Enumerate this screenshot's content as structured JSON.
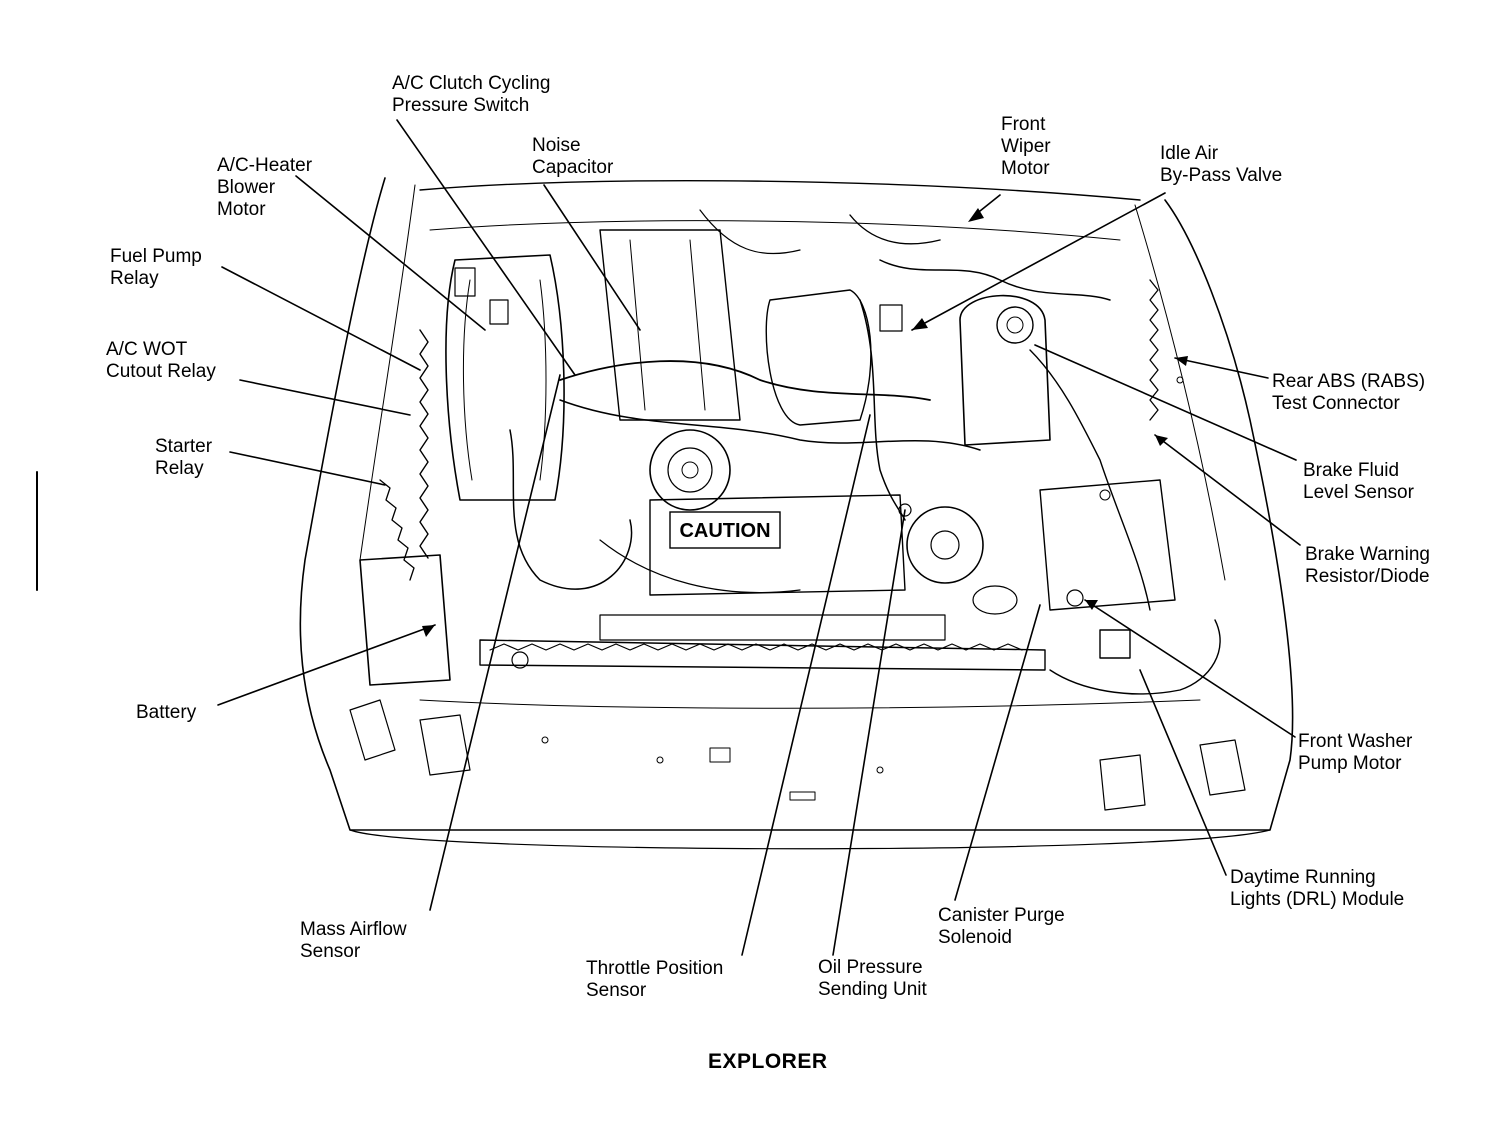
{
  "diagram": {
    "caption": "EXPLORER",
    "component_labels": {
      "ac_clutch_cycling_pressure_switch": [
        "A/C Clutch Cycling",
        "Pressure Switch"
      ],
      "noise_capacitor": [
        "Noise",
        "Capacitor"
      ],
      "ac_heater_blower_motor": [
        "A/C-Heater",
        "Blower",
        "Motor"
      ],
      "fuel_pump_relay": [
        "Fuel Pump",
        "Relay"
      ],
      "ac_wot_cutout_relay": [
        "A/C WOT",
        "Cutout Relay"
      ],
      "starter_relay": [
        "Starter",
        "Relay"
      ],
      "battery": [
        "Battery"
      ],
      "mass_airflow_sensor": [
        "Mass Airflow",
        "Sensor"
      ],
      "throttle_position_sensor": [
        "Throttle Position",
        "Sensor"
      ],
      "oil_pressure_sending_unit": [
        "Oil Pressure",
        "Sending Unit"
      ],
      "canister_purge_solenoid": [
        "Canister Purge",
        "Solenoid"
      ],
      "daytime_running_lights_module": [
        "Daytime Running",
        "Lights (DRL) Module"
      ],
      "front_washer_pump_motor": [
        "Front Washer",
        "Pump Motor"
      ],
      "brake_warning_resistor_diode": [
        "Brake Warning",
        "Resistor/Diode"
      ],
      "brake_fluid_level_sensor": [
        "Brake Fluid",
        "Level Sensor"
      ],
      "rear_abs_test_connector": [
        "Rear ABS (RABS)",
        "Test Connector"
      ],
      "idle_air_bypass_valve": [
        "Idle Air",
        "By-Pass Valve"
      ],
      "front_wiper_motor": [
        "Front",
        "Wiper",
        "Motor"
      ]
    },
    "engine_placard": "CAUTION"
  }
}
